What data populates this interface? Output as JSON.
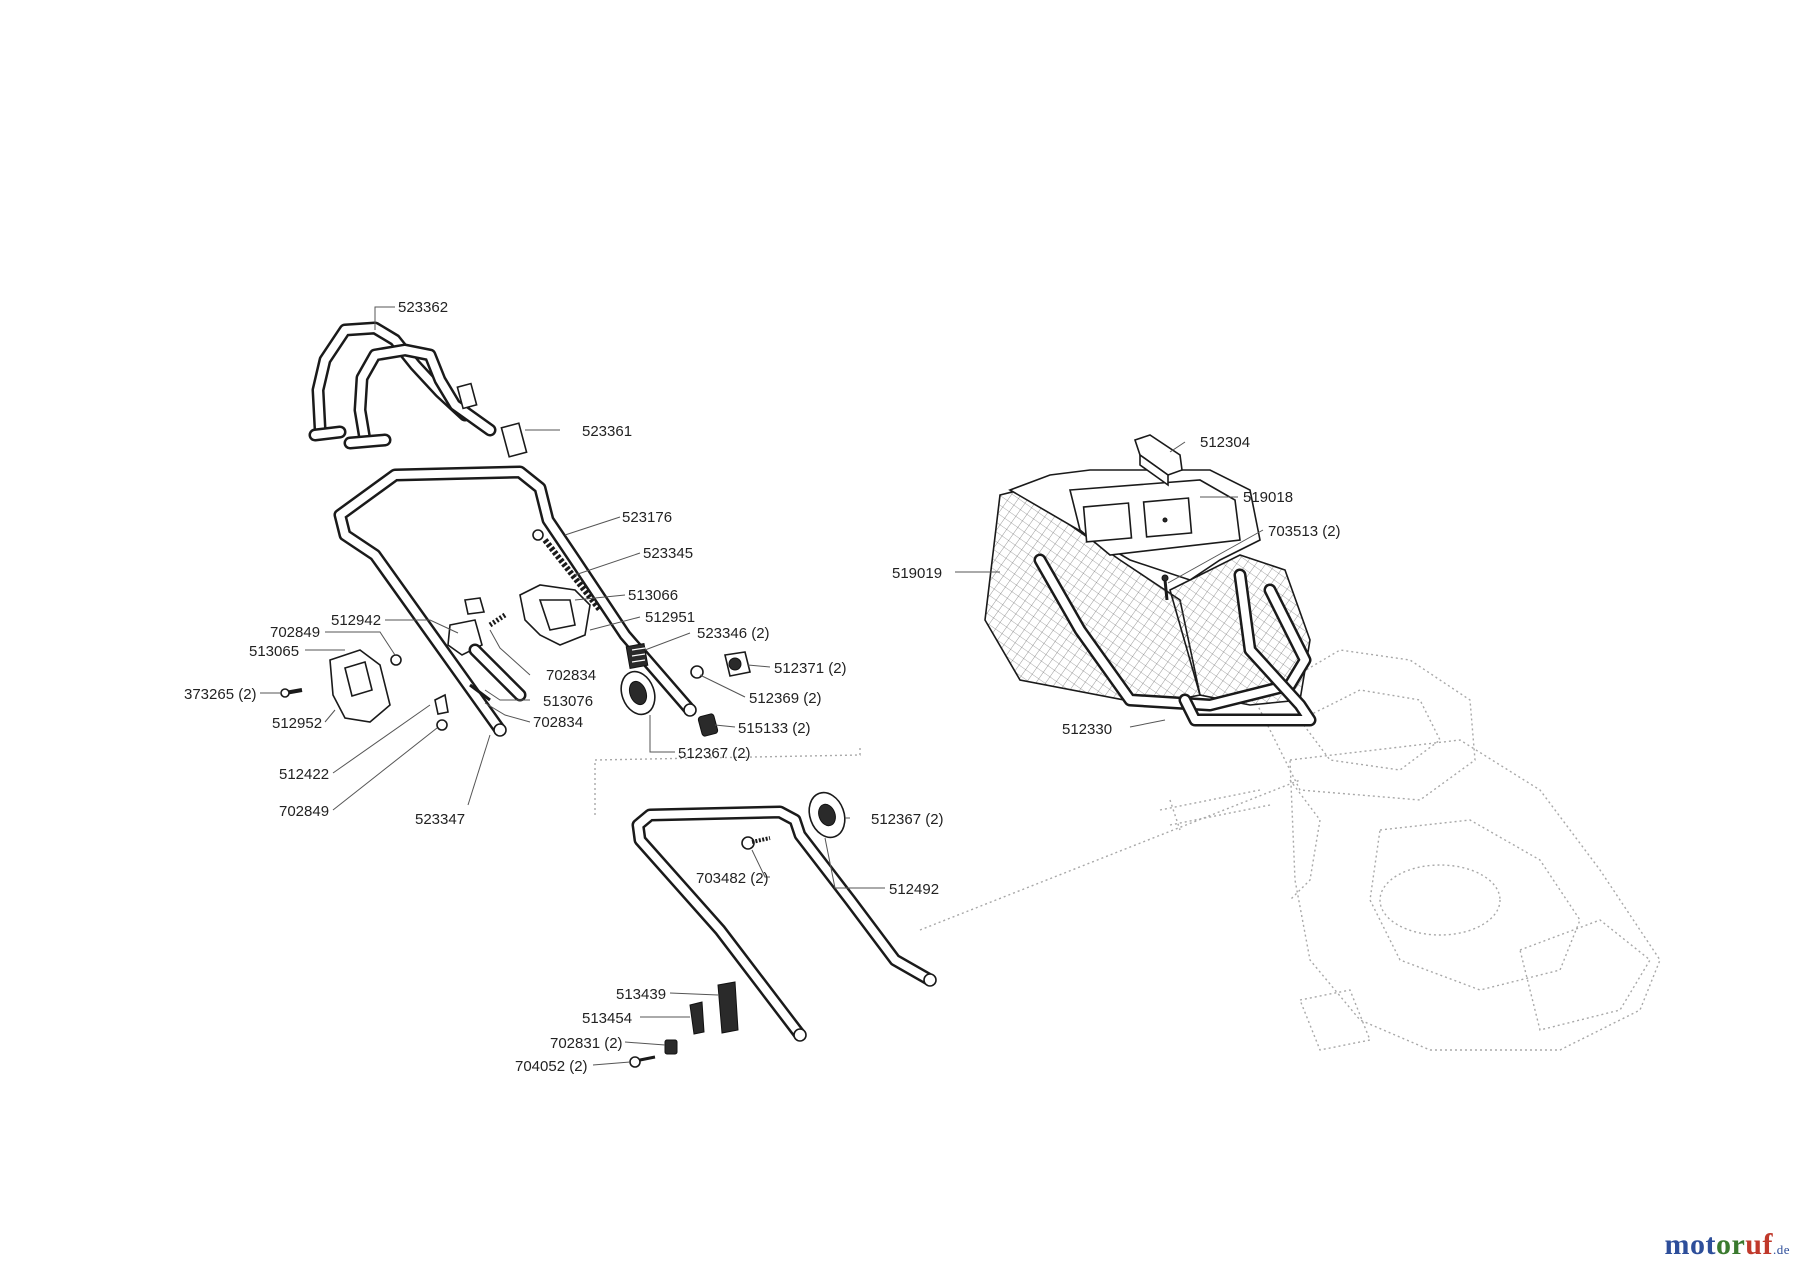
{
  "labels": {
    "523362": "523362",
    "523361": "523361",
    "523176": "523176",
    "523345": "523345",
    "513066": "513066",
    "512951": "512951",
    "523346": "523346 (2)",
    "512371": "512371 (2)",
    "512369": "512369 (2)",
    "515133": "515133 (2)",
    "512367a": "512367 (2)",
    "512942": "512942",
    "702849a": "702849",
    "513065": "513065",
    "373265": "373265 (2)",
    "512952": "512952",
    "702834a": "702834",
    "513076": "513076",
    "702834b": "702834",
    "512422": "512422",
    "702849b": "702849",
    "523347": "523347",
    "512304": "512304",
    "519018": "519018",
    "703513": "703513 (2)",
    "519019": "519019",
    "512330": "512330",
    "512367b": "512367 (2)",
    "703482": "703482 (2)",
    "512492": "512492",
    "513439": "513439",
    "513454": "513454",
    "702831": "702831 (2)",
    "704052": "704052 (2)"
  },
  "watermark": {
    "part1": "mot",
    "part2": "or",
    "part3": "uf",
    "suffix": ".de"
  },
  "colors": {
    "line": "#1a1a1a",
    "ghost": "#a8a8a8",
    "brand_blue": "#2d4e9a",
    "brand_green": "#3a7a2e",
    "brand_red": "#c0392b"
  }
}
